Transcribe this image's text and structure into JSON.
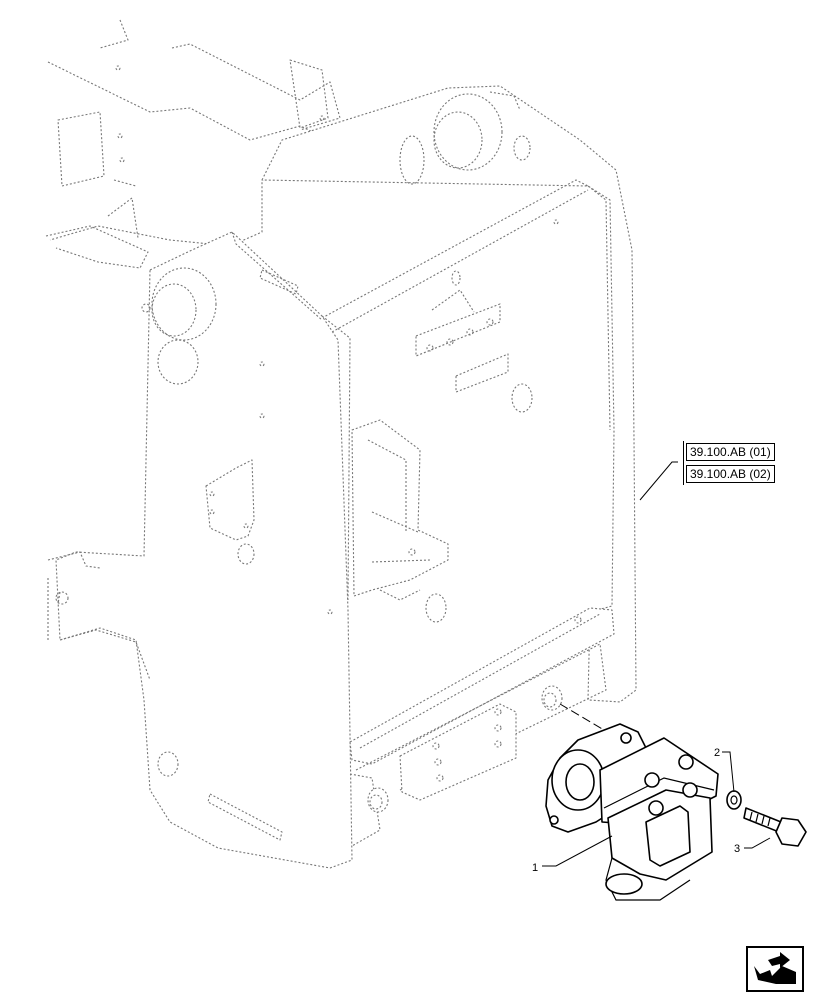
{
  "diagram": {
    "callouts": [
      {
        "number": "1"
      },
      {
        "number": "2"
      },
      {
        "number": "3"
      }
    ],
    "references": [
      {
        "label": "39.100.AB (01)"
      },
      {
        "label": "39.100.AB (02)"
      }
    ],
    "nav_icon": {
      "name": "next-page-arrow-icon"
    },
    "colors": {
      "line": "#000000",
      "phantom_line": "#777777",
      "background": "#ffffff"
    }
  }
}
